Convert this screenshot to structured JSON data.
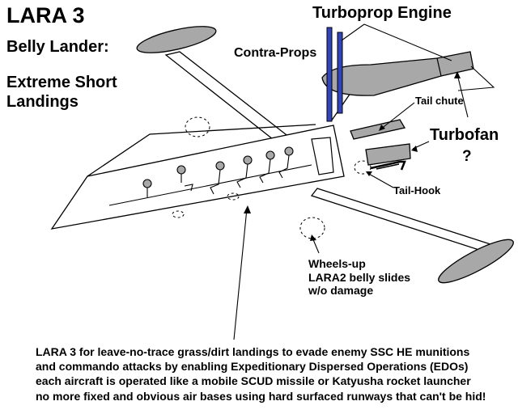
{
  "title": "LARA 3",
  "subtitle": "Belly Lander:",
  "subtitle2": [
    "Extreme Short",
    "Landings"
  ],
  "labels": {
    "turboprop_engine": "Turboprop Engine",
    "contra_props": "Contra-Props",
    "tail_chute": "Tail chute",
    "turbofan": "Turbofan",
    "turbofan_question": "?",
    "tail_hook": "Tail-Hook"
  },
  "wheels_note": [
    "Wheels-up",
    "LARA2 belly slides",
    "w/o damage"
  ],
  "description": [
    "LARA 3 for leave-no-trace grass/dirt landings to evade enemy SSC HE munitions",
    "and commando attacks by enabling Expeditionary Dispersed Operations (EDOs)",
    "each aircraft is operated like a mobile SCUD missile or Katyusha rocket launcher",
    "no more fixed and obvious air bases using hard surfaced runways that can't be hid!"
  ],
  "colors": {
    "wing_gray": "#a8a8a8",
    "prop_blue": "#3344bb",
    "line": "#000000",
    "background": "#ffffff"
  }
}
